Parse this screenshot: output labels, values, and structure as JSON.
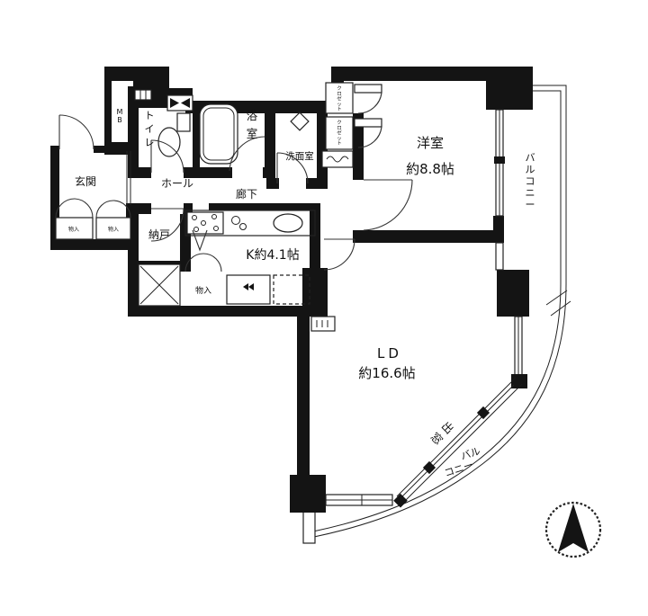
{
  "plan": {
    "rooms": {
      "genkan": "玄関",
      "hall": "ホール",
      "corridor": "廊下",
      "toilet": "トイレ",
      "bath": "浴室",
      "washroom": "洗面室",
      "nando": "納戸",
      "monoire": "物入",
      "kitchen": "K約4.1帖",
      "western": {
        "name": "洋室",
        "size": "約8.8帖"
      },
      "ld": {
        "name": "LD",
        "size": "約16.6帖"
      },
      "mb": "MB",
      "closet_upper": "クロゼット",
      "closet_lower": "クロゼット",
      "genkan_storage_left": "物入",
      "genkan_storage_right": "物入",
      "balcony_side": "バルコニー",
      "bay_window": "出窓",
      "balcony_curve_line1": "バル",
      "balcony_curve_line2": "コニー"
    },
    "icons": {
      "compass": "north-arrow"
    },
    "colors": {
      "wall": "#141414",
      "background": "#ffffff",
      "line": "#222222"
    }
  }
}
